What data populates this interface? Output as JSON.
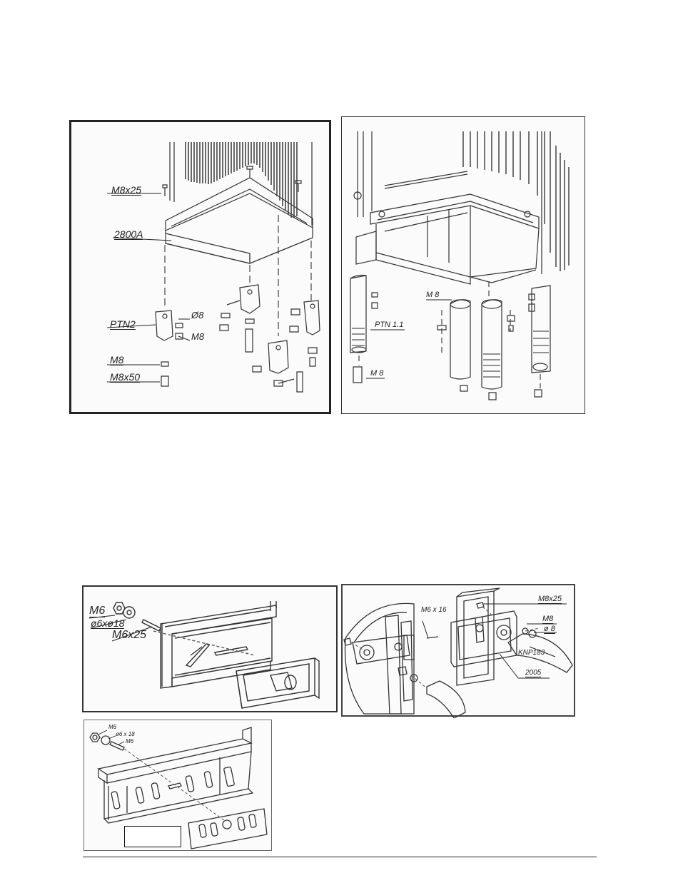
{
  "figure1": {
    "labels": {
      "m8x25": "M8x25",
      "part2800a": "2800A",
      "ptn2": "PTN2",
      "d8": "Ø8",
      "m8_right": "M8",
      "m8": "M8",
      "m8x50": "M8x50"
    }
  },
  "figure2": {
    "labels": {
      "m8_top": "M 8",
      "ptn11": "PTN 1.1",
      "m8_bottom": "M 8"
    }
  },
  "figure3": {
    "labels": {
      "m6": "M6",
      "washer": "ø6xø18",
      "m6x25": "M6x25"
    }
  },
  "figure4": {
    "labels": {
      "m6x16": "M6 x 16",
      "m8x25": "M8x25",
      "m8": "M8",
      "d8": "ø 8",
      "knp183": "KNP183",
      "part2005": "2005"
    }
  },
  "figure5": {
    "labels": {
      "m6": "M6",
      "washer": "ø6 x 18",
      "m6b": "M6"
    }
  }
}
